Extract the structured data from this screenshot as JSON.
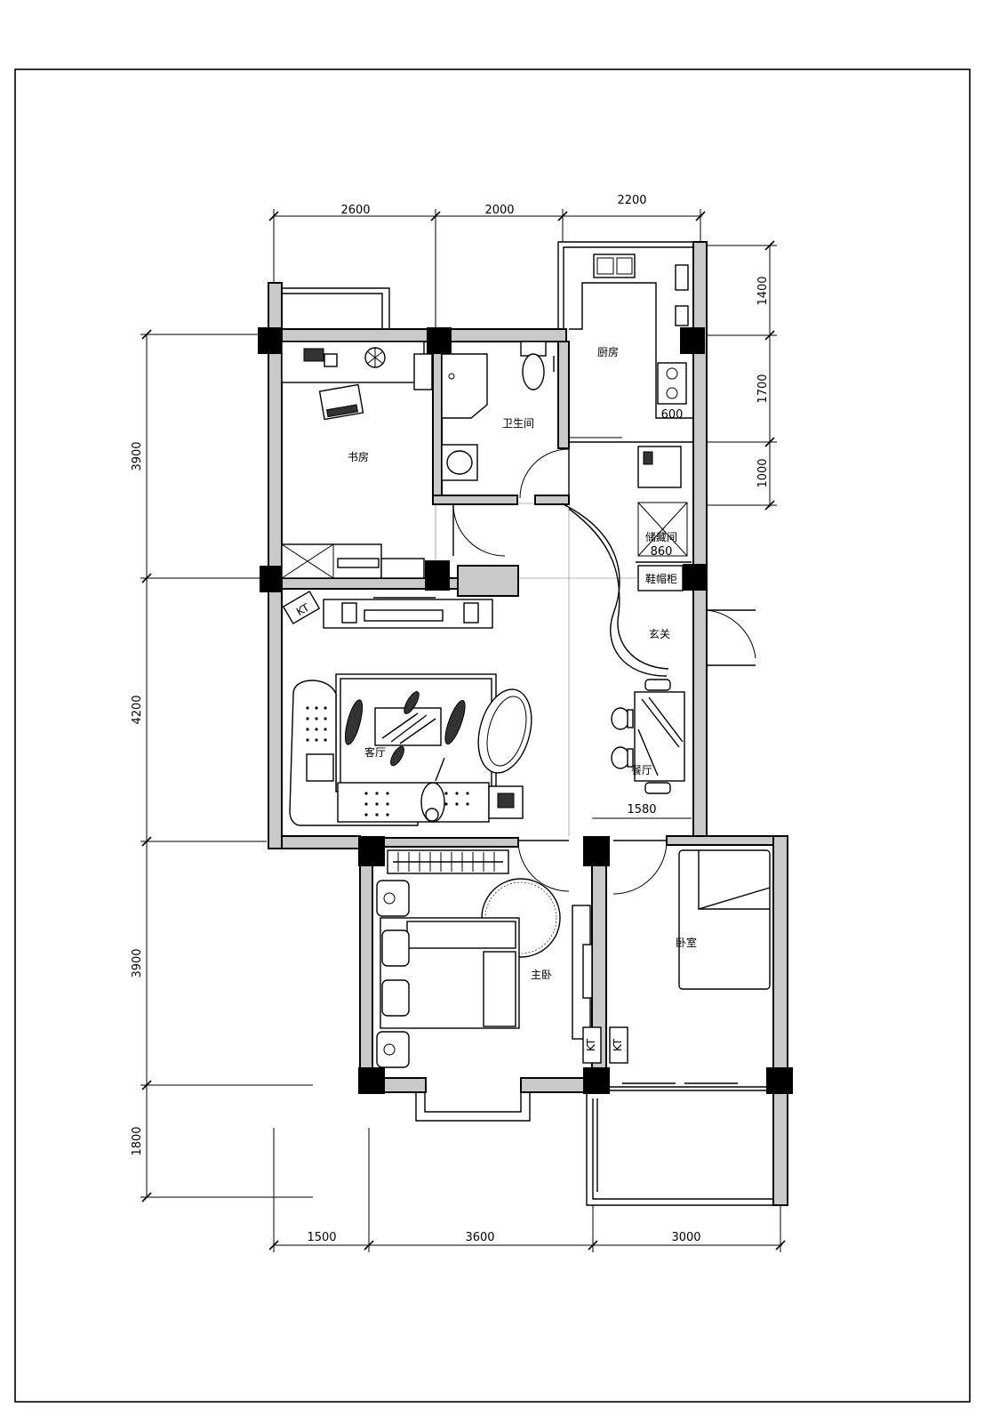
{
  "dimensions": {
    "top": [
      "2600",
      "2000",
      "2200"
    ],
    "bottom": [
      "1500",
      "3600",
      "3000"
    ],
    "left": [
      "3900",
      "4200",
      "3900",
      "1800"
    ],
    "right": [
      "1400",
      "1700",
      "1000"
    ],
    "inner": [
      "600",
      "860",
      "1580"
    ]
  },
  "rooms": {
    "study": "书房",
    "bathroom": "卫生间",
    "kitchen": "厨房",
    "storage": "储藏间",
    "shoe_cabinet": "鞋帽柜",
    "entrance": "玄关",
    "living": "客厅",
    "dining": "餐厅",
    "master_bedroom": "主卧",
    "bedroom": "卧室"
  },
  "labels": {
    "kt": "KT"
  }
}
